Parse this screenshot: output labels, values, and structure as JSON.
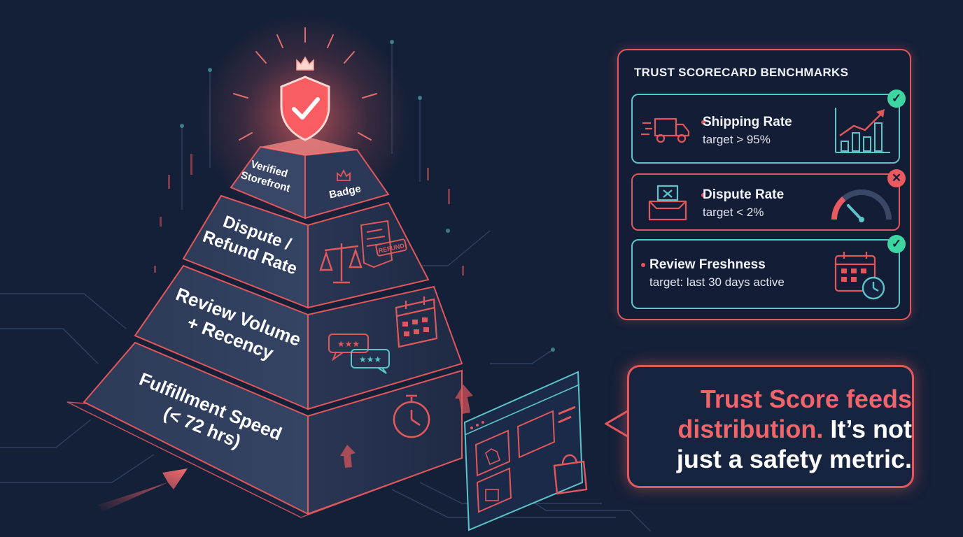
{
  "pyramid": {
    "tiers": [
      {
        "label": "Verified\nStorefront",
        "side_label": "Badge"
      },
      {
        "label": "Dispute /\nRefund Rate"
      },
      {
        "label": "Review Volume\n+ Recency"
      },
      {
        "label": "Fulfillment Speed\n(< 72 hrs)"
      }
    ],
    "stamp_text": "REFUND"
  },
  "scorecard": {
    "title": "TRUST SCORECARD BENCHMARKS",
    "metrics": [
      {
        "name": "Shipping Rate",
        "target": "target > 95%",
        "status": "pass",
        "icon": "truck-icon",
        "chart_icon": "bar-chart-icon",
        "status_symbol": "✓"
      },
      {
        "name": "Dispute Rate",
        "target": "target < 2%",
        "status": "fail",
        "icon": "inbox-icon",
        "chart_icon": "gauge-icon",
        "status_symbol": "✕"
      },
      {
        "name": "Review Freshness",
        "target": "target: last 30 days active",
        "status": "pass",
        "icon": "calendar-clock-icon",
        "status_symbol": "✓"
      }
    ]
  },
  "callout": {
    "accent": "Trust Score feeds distribution.",
    "rest": "It’s not just a safety metric."
  },
  "colors": {
    "background": "#142038",
    "accent_red": "#e0575c",
    "accent_teal": "#5bc5c9",
    "pass_green": "#3dd6a0",
    "fail_red": "#e85a5f"
  }
}
